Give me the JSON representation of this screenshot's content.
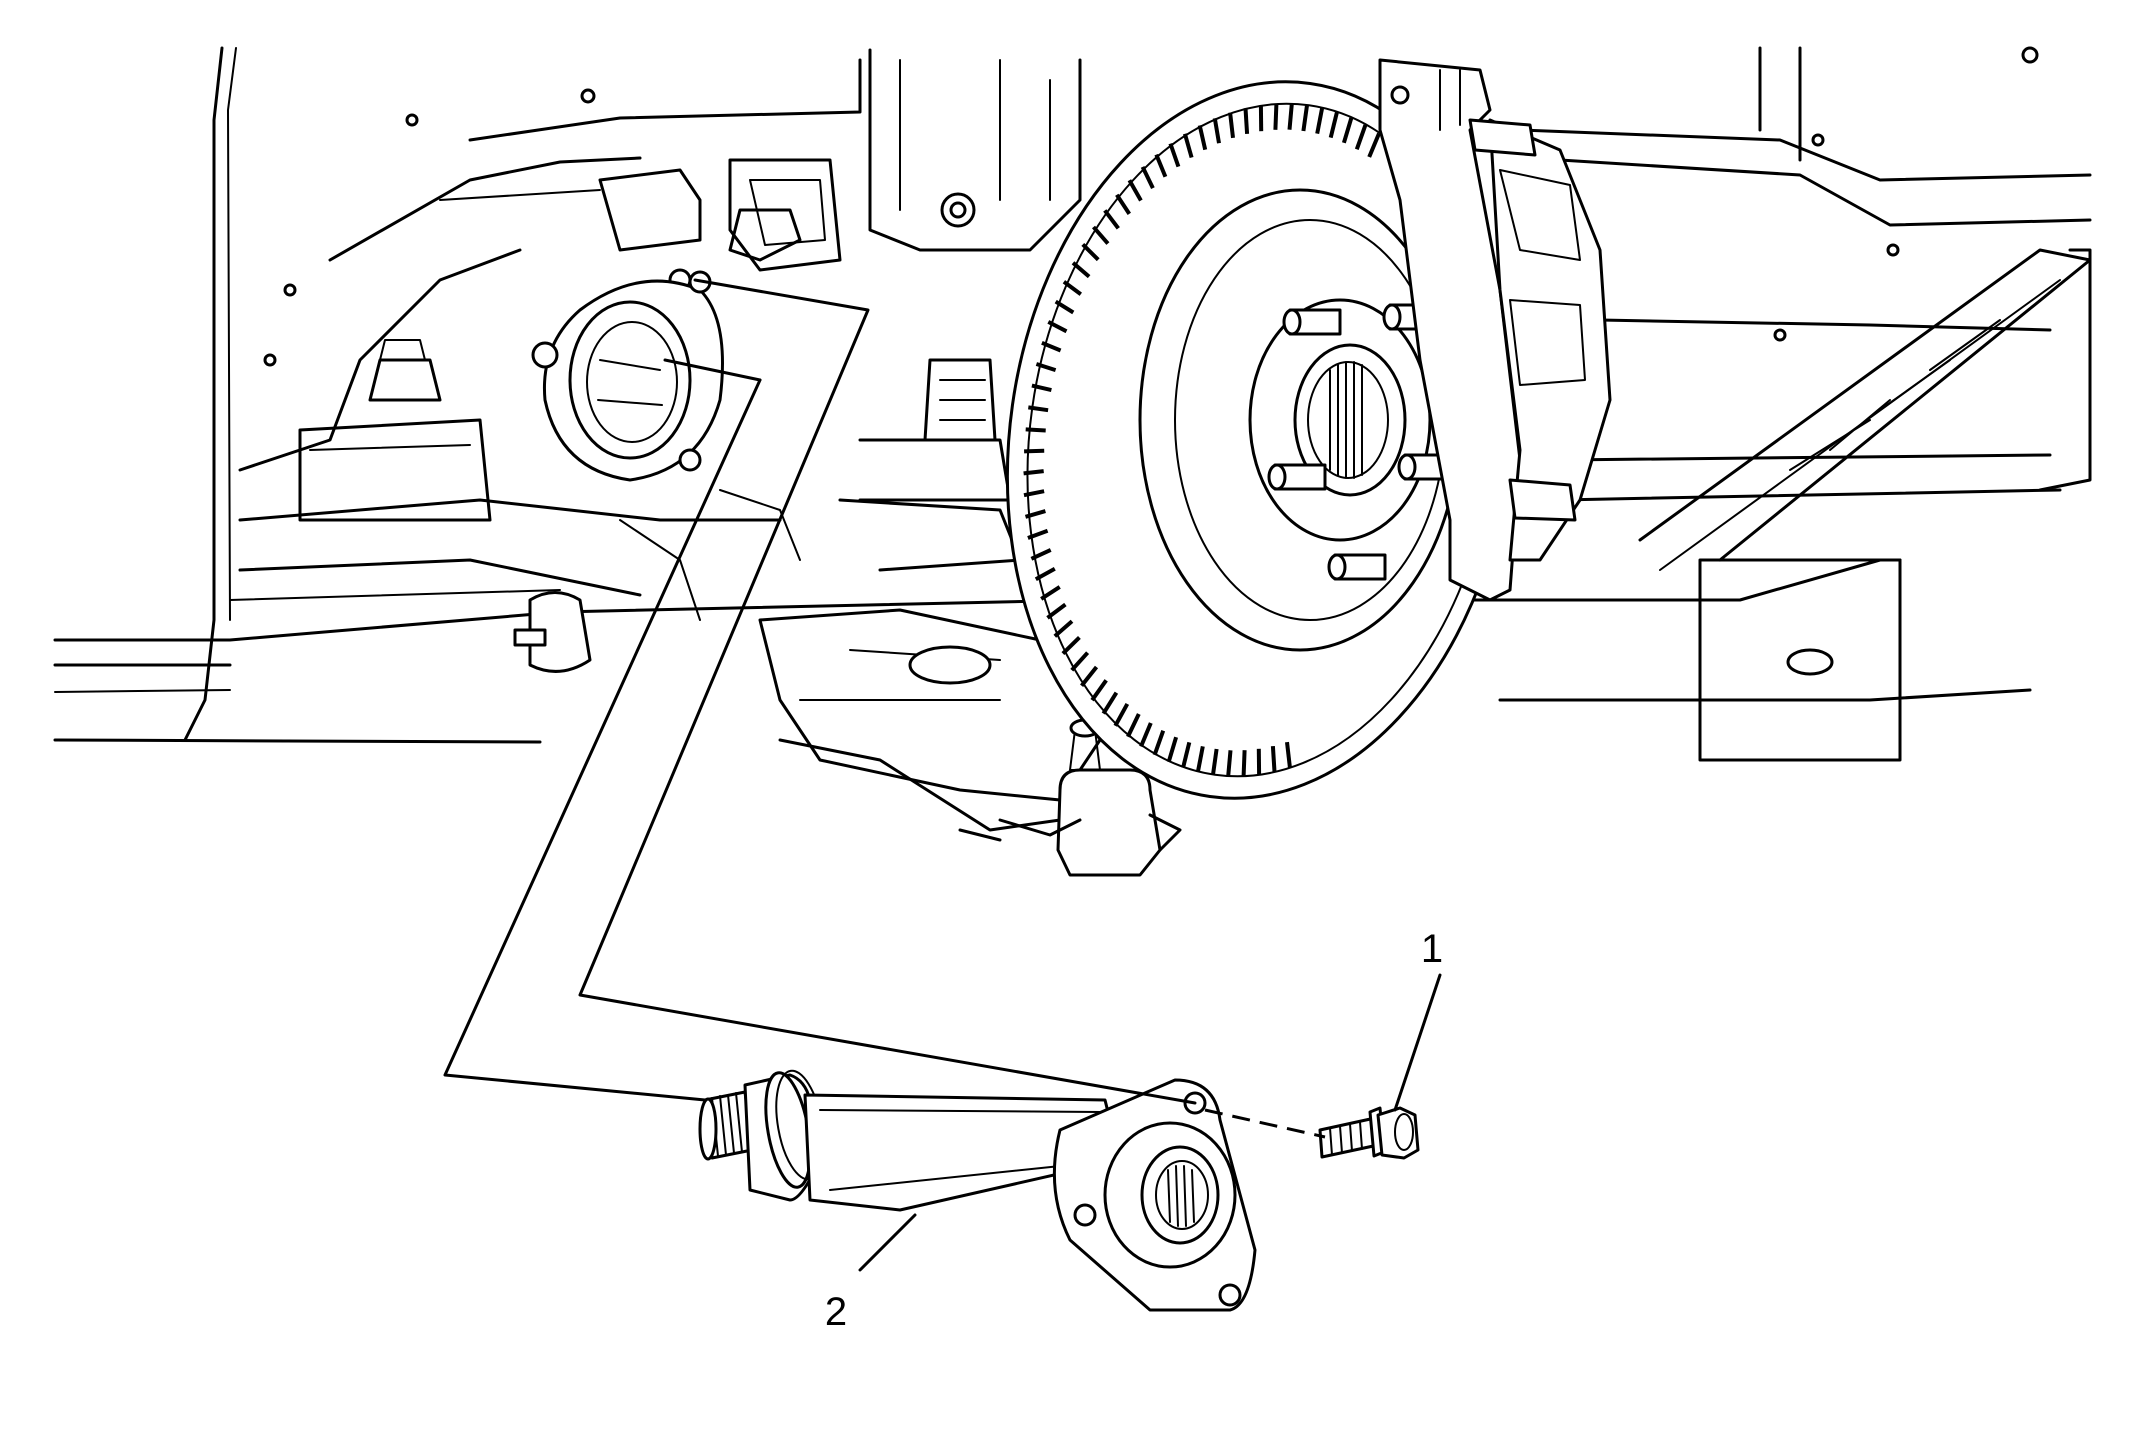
{
  "callouts": [
    {
      "number": "1",
      "part": "bolt"
    },
    {
      "number": "2",
      "part": "intermediate-shaft-assembly"
    }
  ]
}
